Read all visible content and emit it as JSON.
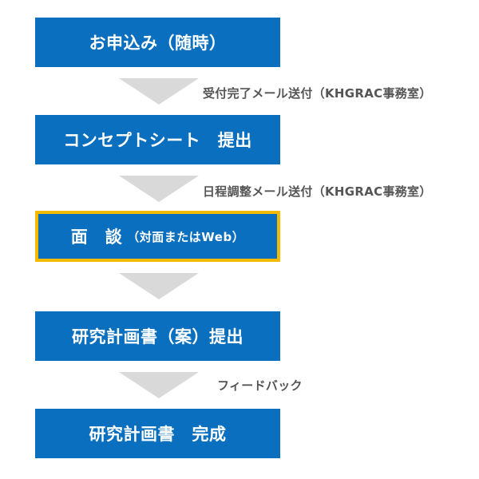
{
  "steps": [
    {
      "label": "お申込み（随時）"
    },
    {
      "label": "コンセプトシート　提出"
    },
    {
      "label": "面　談",
      "sub": "（対面またはWeb）"
    },
    {
      "label": "研究計画書（案）提出"
    },
    {
      "label": "研究計画書　完成"
    }
  ],
  "notes": [
    "受付完了メール送付（KHGRAC事務室）",
    "日程調整メール送付（KHGRAC事務室）",
    "フィードバック"
  ],
  "colors": {
    "step_fill": "#0a6fbe",
    "highlight_border": "#f2bb00",
    "arrow": "#d9d9d9",
    "note_text": "#555555"
  }
}
